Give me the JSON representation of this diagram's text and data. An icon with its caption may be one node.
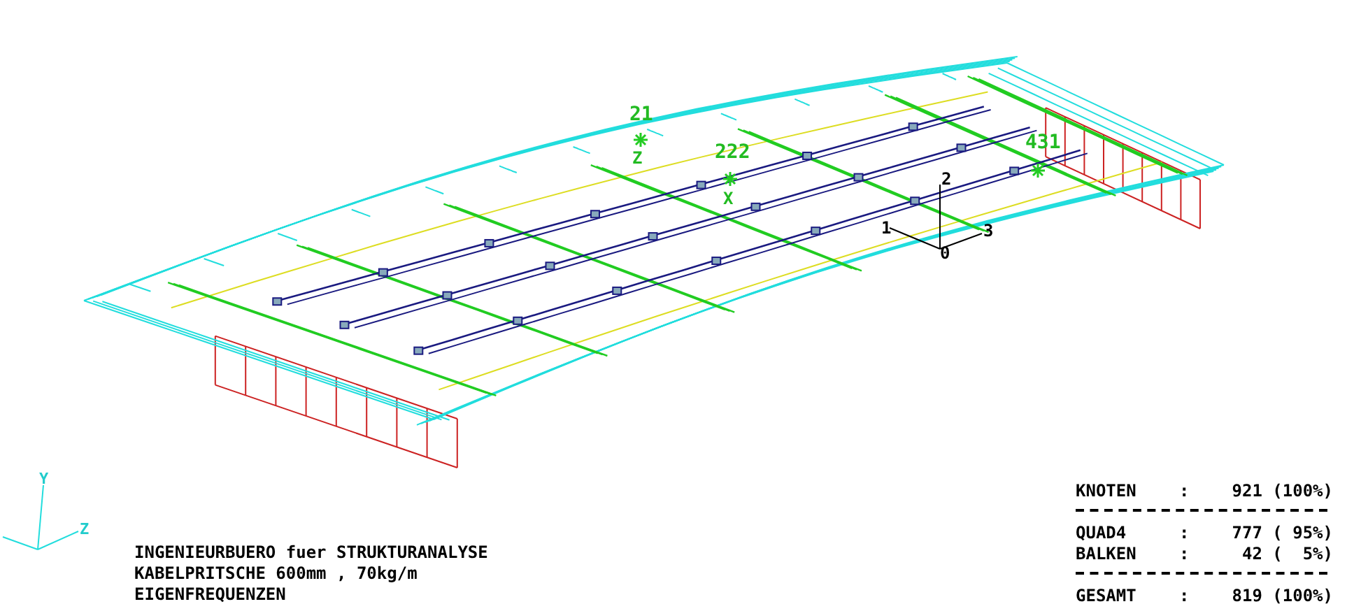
{
  "diagram": {
    "labels": [
      "21",
      "222",
      "Z",
      "431",
      "2",
      "X",
      "1",
      "3",
      "0",
      "Y",
      "Z",
      "INGENIEURBUERO fuer STRUKTURANALYSE",
      "KABELPRITSCHE 600mm , 70kg/m",
      "EIGENFREQUENZEN",
      "KNOTEN",
      ":",
      "921 (100%)",
      "QUAD4",
      ":",
      "777 ( 95%)",
      "BALKEN",
      ":",
      "42 (  5%)",
      "GESAMT",
      ":",
      "819 (100%)"
    ]
  }
}
